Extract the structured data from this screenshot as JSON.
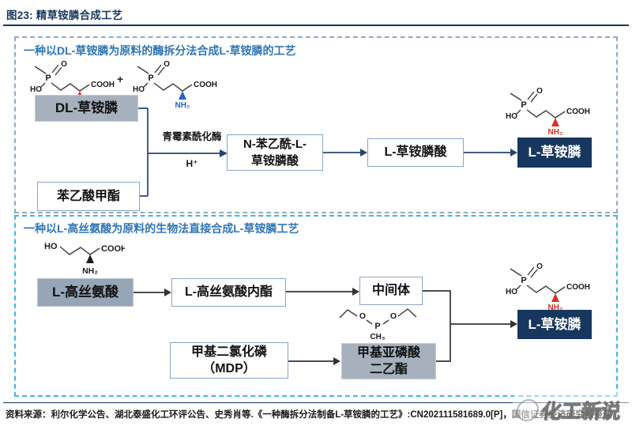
{
  "figure": {
    "label": "图23:",
    "title": "精草铵膦合成工艺"
  },
  "process1": {
    "title": "一种以DL-草铵膦为原料的酶拆分法合成L-草铵膦的工艺",
    "plus": "+",
    "enzyme_label": "青霉素酰化酶",
    "acid_label": "H⁺",
    "nodes": {
      "dl_glufosinate": "DL-草铵膦",
      "methyl_phenylacetate": "苯乙酸甲酯",
      "n_phenylacetyl_l1": "N-苯乙酰-L-",
      "n_phenylacetyl_l2": "草铵膦酸",
      "l_glufosinate_acid": "L-草铵膦酸",
      "l_glufosinate": "L-草铵膦"
    }
  },
  "process2": {
    "title": "一种以L-高丝氨酸为原料的生物法直接合成L-草铵膦工艺",
    "nodes": {
      "l_homoserine": "L-高丝氨酸",
      "l_homoserine_lactone": "L-高丝氨酸内酯",
      "intermediate": "中间体",
      "mdp_l1": "甲基二氯化磷",
      "mdp_l2": "（MDP）",
      "phosphonite_l1": "甲基亚磷酸",
      "phosphonite_l2": "二乙酯",
      "l_glufosinate": "L-草铵膦"
    }
  },
  "chem": {
    "ho": "HO",
    "o": "O",
    "p": "P",
    "cooh": "COOH",
    "nh2": "NH₂",
    "ch3": "CH₃"
  },
  "footer": {
    "source": "资料来源：利尔化学公告、湖北泰盛化工环评公告、史秀肖等.《一种酶拆分法制备L-草铵膦的工艺》:CN202111581689.0[P]，国信证券经济研究所整理"
  },
  "watermark": {
    "text": "化工新说"
  },
  "colors": {
    "navy": "#17375e",
    "header_blue": "#2e75b6",
    "box_border_blue": "#8aa5c4",
    "gray_fill": "#a6b1bd",
    "dashed_gray_blue": "#93a9c4",
    "dashed_cyan": "#41b6e6",
    "nh2_red": "#d93025",
    "nh2_blue": "#2d5bd1"
  }
}
